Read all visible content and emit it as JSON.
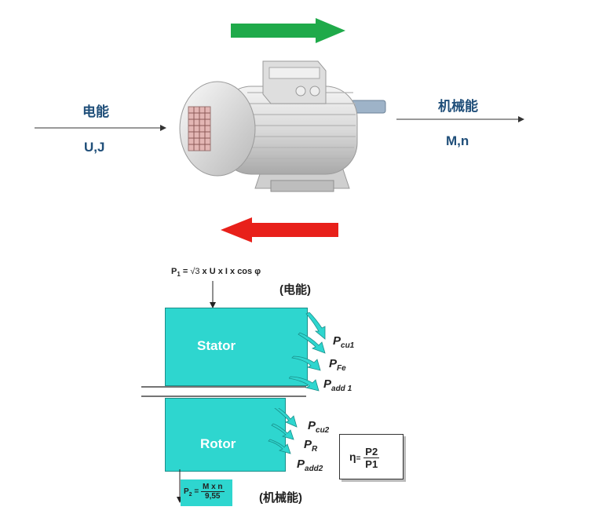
{
  "top": {
    "input_label": "电能",
    "input_vars": "U,J",
    "output_label": "机械能",
    "output_vars": "M,n"
  },
  "formula_p1": {
    "prefix": "P",
    "subscript": "1",
    "root_symbol": "√3",
    "rest": " x U x I x cos φ"
  },
  "electric_tag": "(电能)",
  "mechanical_tag": "(机械能)",
  "stator_label": "Stator",
  "rotor_label": "Rotor",
  "losses_stator": [
    {
      "base": "P",
      "sub": "cu1"
    },
    {
      "base": "P",
      "sub": "Fe"
    },
    {
      "base": "P",
      "sub": "add 1"
    }
  ],
  "losses_rotor": [
    {
      "base": "P",
      "sub": "cu2"
    },
    {
      "base": "P",
      "sub": "R"
    },
    {
      "base": "P",
      "sub": "add2"
    }
  ],
  "p2_formula": {
    "prefix": "P",
    "subscript": "2",
    "equals": " = ",
    "numerator": "M x n",
    "denominator": "9,55"
  },
  "efficiency": {
    "symbol": "η",
    "equals": "=",
    "numerator": "P2",
    "denominator": "P1"
  },
  "colors": {
    "cyan": "#2ed6cf",
    "green_arrow": "#1faa4a",
    "red_arrow": "#e8201a",
    "text_blue": "#1f4e79"
  }
}
